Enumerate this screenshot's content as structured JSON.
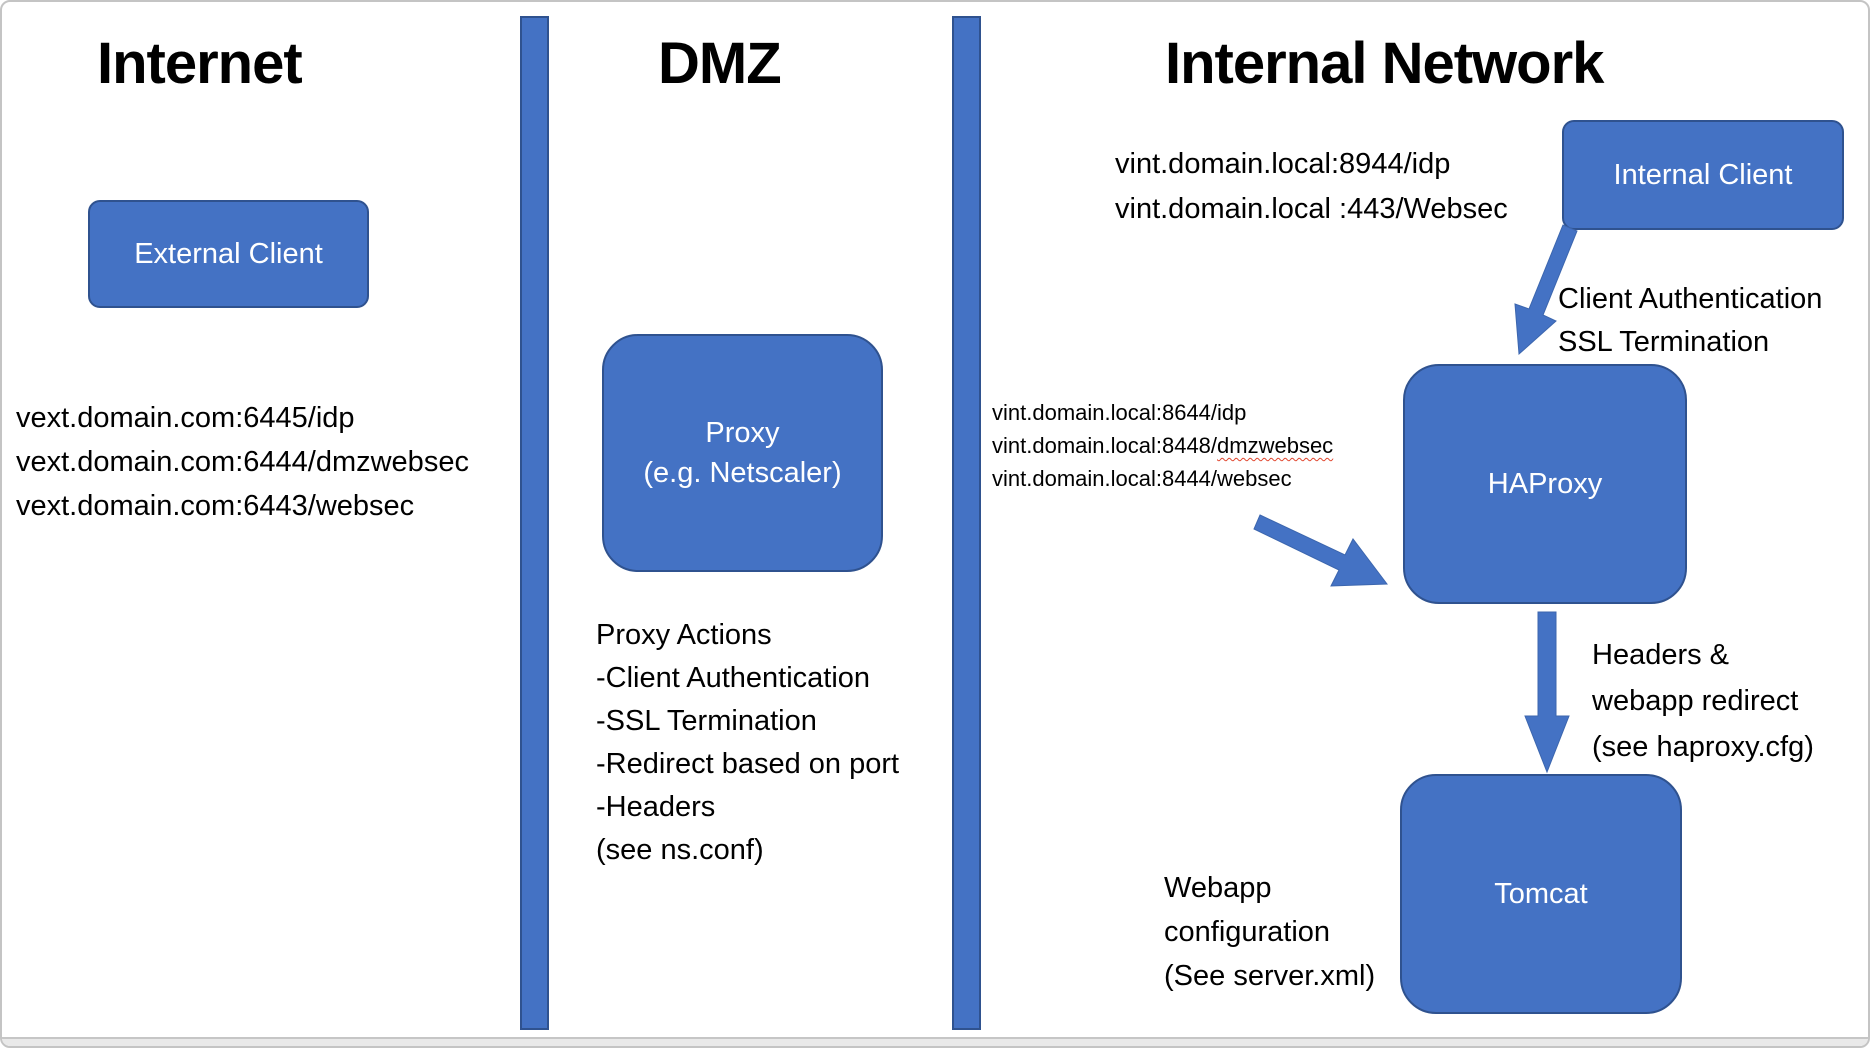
{
  "colors": {
    "shape_fill": "#4472C4",
    "shape_border": "#2F528F",
    "box_text": "#ffffff",
    "body_text": "#000000",
    "spellcheck_squiggle": "#E0442C"
  },
  "zones": {
    "internet": {
      "title": "Internet",
      "client_box": "External Client",
      "endpoints": [
        "vext.domain.com:6445/idp",
        "vext.domain.com:6444/dmzwebsec",
        "vext.domain.com:6443/websec"
      ]
    },
    "dmz": {
      "title": "DMZ",
      "proxy_box": {
        "line1": "Proxy",
        "line2": "(e.g. Netscaler)"
      },
      "actions": [
        "Proxy Actions",
        "-Client Authentication",
        "-SSL Termination",
        "-Redirect based on port",
        "-Headers",
        "(see ns.conf)"
      ]
    },
    "internal": {
      "title": "Internal Network",
      "client_endpoints": [
        "vint.domain.local:8944/idp",
        "vint.domain.local :443/Websec"
      ],
      "client_box": "Internal Client",
      "client_arrow_label": [
        "Client Authentication",
        "SSL Termination"
      ],
      "haproxy_box": "HAProxy",
      "haproxy_endpoints": {
        "line1": "vint.domain.local:8644/idp",
        "line2_prefix": "vint.domain.local:8448/",
        "line2_flagged": "dmzwebsec",
        "line3": "vint.domain.local:8444/websec"
      },
      "haproxy_arrow_label": [
        "Headers &",
        "webapp redirect",
        "(see haproxy.cfg)"
      ],
      "tomcat_box": "Tomcat",
      "tomcat_note": [
        "Webapp",
        "configuration",
        "(See server.xml)"
      ]
    }
  }
}
